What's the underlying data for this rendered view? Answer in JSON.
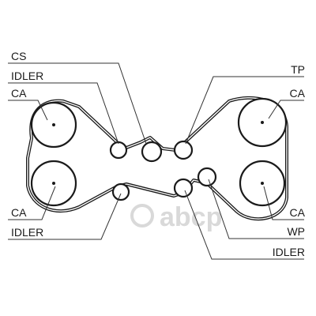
{
  "labels": {
    "cs": "CS",
    "idler_top_left": "IDLER",
    "ca_top_left": "CA",
    "tp": "TP",
    "ca_top_right": "CA",
    "ca_bottom_left": "CA",
    "idler_bottom_left": "IDLER",
    "ca_bottom_right": "CA",
    "wp": "WP",
    "idler_bottom_right": "IDLER"
  },
  "watermark": "abcp",
  "colors": {
    "line": "#1a1a1a",
    "watermark": "#d9d9d9"
  }
}
